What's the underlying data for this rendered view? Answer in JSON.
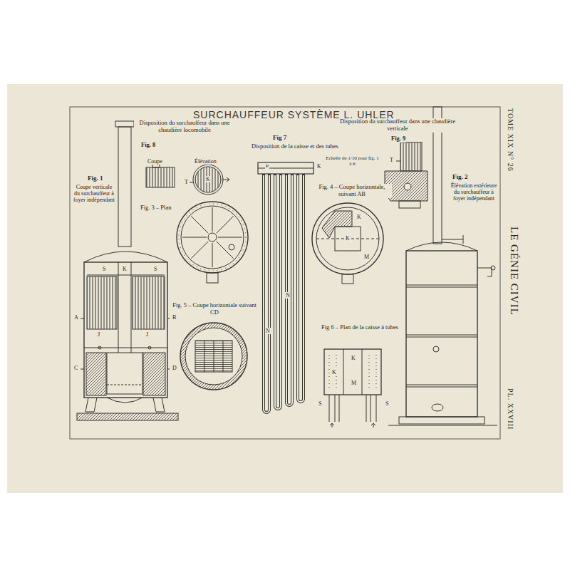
{
  "diagram": {
    "title": "SURCHAUFFEUR SYSTÈME L. UHLER",
    "labels": [
      "Disposition du surchauffeur dans une chaudière locomobile",
      "Fig. 8",
      "Coupe",
      "Élévation",
      "Fig 7",
      "Disposition de la caisse et des tubes",
      "Echelle de 1/10 pour fig. 1 à 6",
      "Disposition du surchauffeur dans une chaudière verticale",
      "Fig. 9",
      "TOME XIX N° 26",
      "Fig. 1",
      "Coupe verticale du surchauffeur à foyer indépendant",
      "Fig. 3 – Plan",
      "Fig. 4 – Coupe horizontale, suivant AB",
      "Fig. 2",
      "Élévation extérieure du surchauffeur à foyer indépendant",
      "LE GÉNIE CIVIL",
      "Fig. 5 – Coupe horizontale suivant CD",
      "Fig 6 – Plan de la caisse à tubes",
      "PL. XXVIII",
      "S",
      "K",
      "S",
      "A",
      "B",
      "J",
      "J",
      "C",
      "D",
      "K",
      "T",
      "P",
      "K",
      "N",
      "N",
      "K",
      "K",
      "M",
      "K",
      "K",
      "M",
      "S",
      "S",
      "T"
    ]
  }
}
